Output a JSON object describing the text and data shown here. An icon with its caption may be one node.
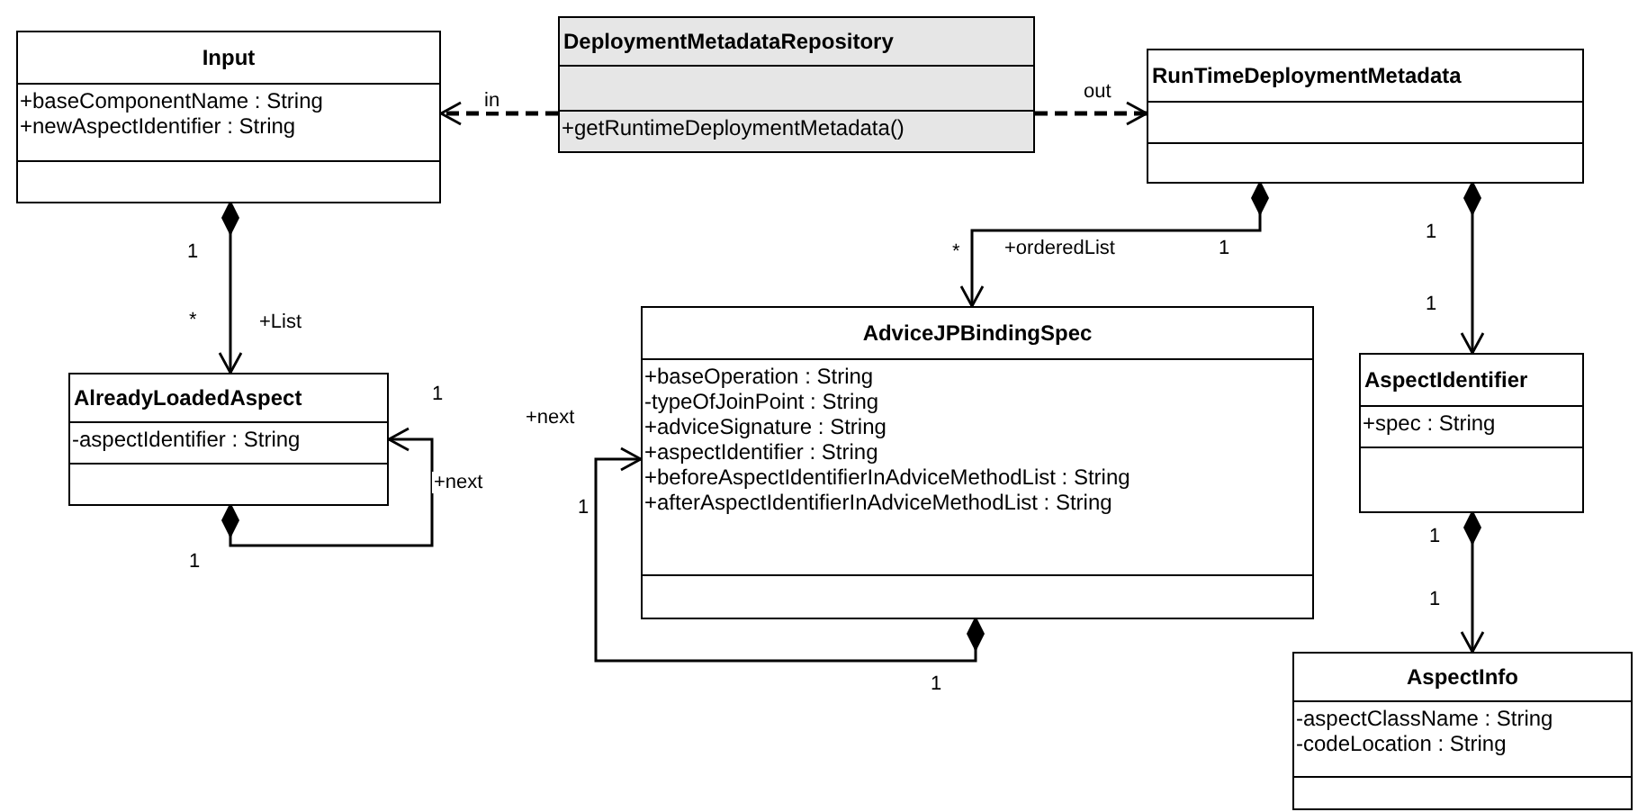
{
  "diagram": {
    "nodes": [
      {
        "text": [
          "Input",
          "+baseComponentName : String",
          "+newAspectIdentifier : String"
        ]
      },
      {
        "text": [
          "DeploymentMetadataRepository",
          "+getRuntimeDeploymentMetadata()"
        ]
      },
      {
        "text": [
          "RunTimeDeploymentMetadata"
        ]
      },
      {
        "text": [
          "AlreadyLoadedAspect",
          "-aspectIdentifier : String"
        ]
      },
      {
        "text": [
          "AdviceJPBindingSpec",
          "+baseOperation : String",
          "-typeOfJoinPoint : String",
          "+adviceSignature : String",
          "+aspectIdentifier : String",
          "+beforeAspectIdentifierInAdviceMethodList : String",
          "+afterAspectIdentifierInAdviceMethodList : String"
        ]
      },
      {
        "text": [
          "AspectIdentifier",
          "+spec : String"
        ]
      },
      {
        "text": [
          "AspectInfo",
          "-aspectClassName : String",
          "-codeLocation : String"
        ]
      }
    ],
    "edges": [
      {
        "from": 1,
        "to": 0,
        "arrow": "to",
        "label": "in",
        "style": "dashed"
      },
      {
        "from": 1,
        "to": 2,
        "arrow": "to",
        "label": "out",
        "style": "dashed"
      },
      {
        "from": 0,
        "to": 3,
        "arrow": "to",
        "label": "+List"
      },
      {
        "from": 3,
        "to": 3,
        "arrow": "to",
        "label": "+next"
      },
      {
        "from": 2,
        "to": 4,
        "arrow": "to",
        "label": "+orderedList"
      },
      {
        "from": 2,
        "to": 5,
        "arrow": "to"
      },
      {
        "from": 4,
        "to": 4,
        "arrow": "to",
        "label": "+next"
      },
      {
        "from": 5,
        "to": 6,
        "arrow": "to"
      }
    ],
    "labels": [
      "1",
      "*",
      "1",
      "1",
      "*",
      "1",
      "1",
      "1",
      "1",
      "1",
      "1",
      "1"
    ]
  }
}
